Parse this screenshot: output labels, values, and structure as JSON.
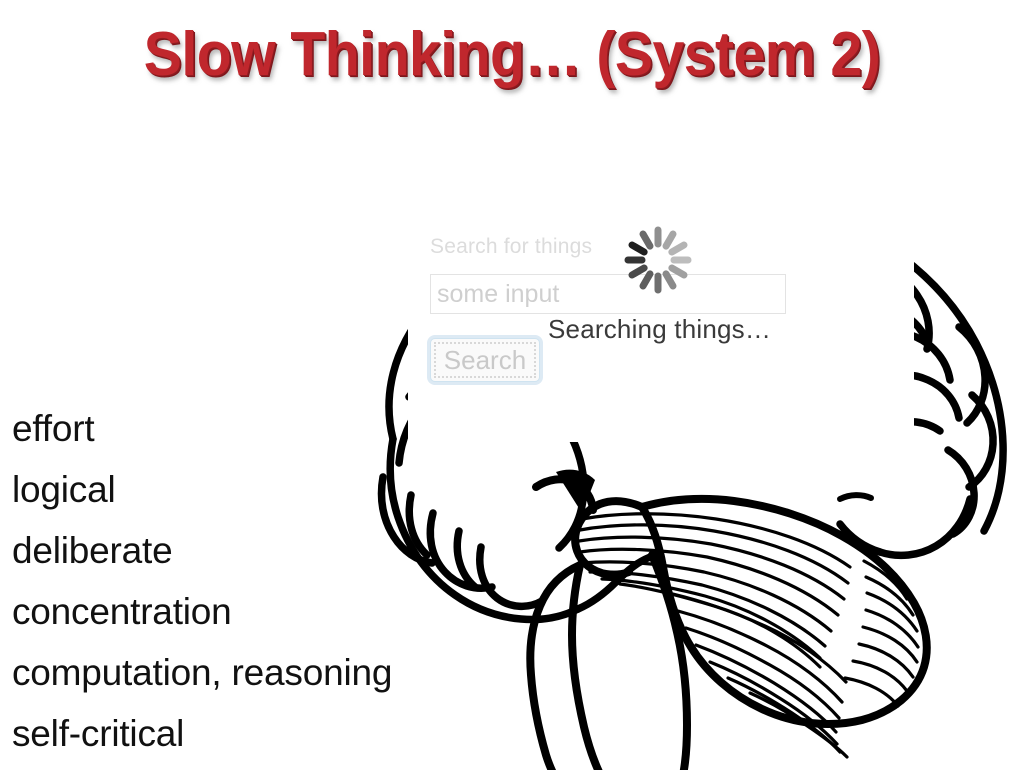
{
  "slide": {
    "title": "Slow Thinking… (System 2)",
    "title_color": "#C0272D",
    "background_color": "#FFFFFF"
  },
  "illustration": {
    "name": "human-brain-line-drawing",
    "description": "Black line-art lateral view of a human brain with cerebrum gyri, hatched cerebellum and brainstem",
    "stroke_color": "#000000"
  },
  "search_widget": {
    "label": "Search for things",
    "input_placeholder": "some input",
    "input_value": "",
    "button_label": "Search",
    "status_text": "Searching things…",
    "spinner": {
      "icon": "loading-spinner-icon",
      "spokes": 12,
      "shades": [
        "#2b2b2b",
        "#3a3a3a",
        "#4a4a4a",
        "#5a5a5a",
        "#6a6a6a",
        "#7a7a7a",
        "#8a8a8a",
        "#9a9a9a",
        "#a8a8a8",
        "#b4b4b4",
        "#c0c0c0",
        "#1f1f1f"
      ]
    },
    "colors": {
      "label_gray": "#DCDCDC",
      "placeholder_gray": "#CFCFCF",
      "input_border": "#E3E3E3",
      "button_focus_ring": "#DDEAF4",
      "button_border": "#CFE3F0",
      "button_text": "#C9C9C9",
      "status_text": "#3A3A3A"
    }
  },
  "attributes": {
    "items": [
      "effort",
      "logical",
      "deliberate",
      "concentration",
      "computation, reasoning",
      "self-critical"
    ]
  }
}
